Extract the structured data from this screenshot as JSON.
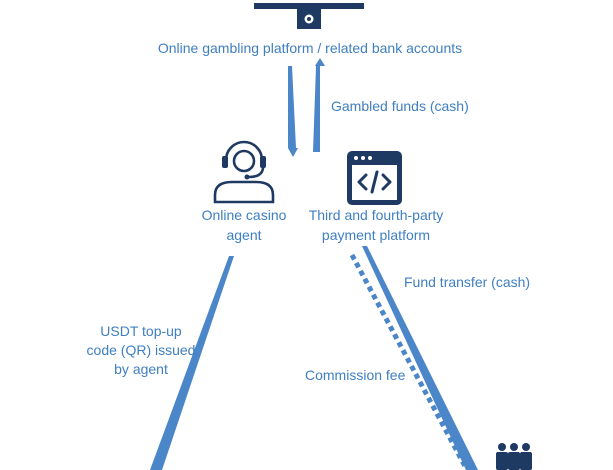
{
  "colors": {
    "text": "#3f7fc1",
    "arrow": "#4a86c8",
    "icon": "#1e3a63"
  },
  "icons": {
    "top_node": "monitor-icon",
    "agent": "headset-agent-icon",
    "platform": "code-window-icon",
    "people": "people-group-icon"
  },
  "nodes": {
    "top_label": "Online gambling platform / related bank accounts",
    "agent_line1": "Online casino",
    "agent_line2": "agent",
    "platform_line1": "Third and fourth-party",
    "platform_line2": "payment platform"
  },
  "edges": {
    "gambled_funds": "Gambled funds (cash)",
    "usdt_line1": "USDT top-up",
    "usdt_line2": "code (QR) issued",
    "usdt_line3": "by agent",
    "fund_transfer": "Fund transfer (cash)",
    "commission_fee": "Commission fee"
  }
}
